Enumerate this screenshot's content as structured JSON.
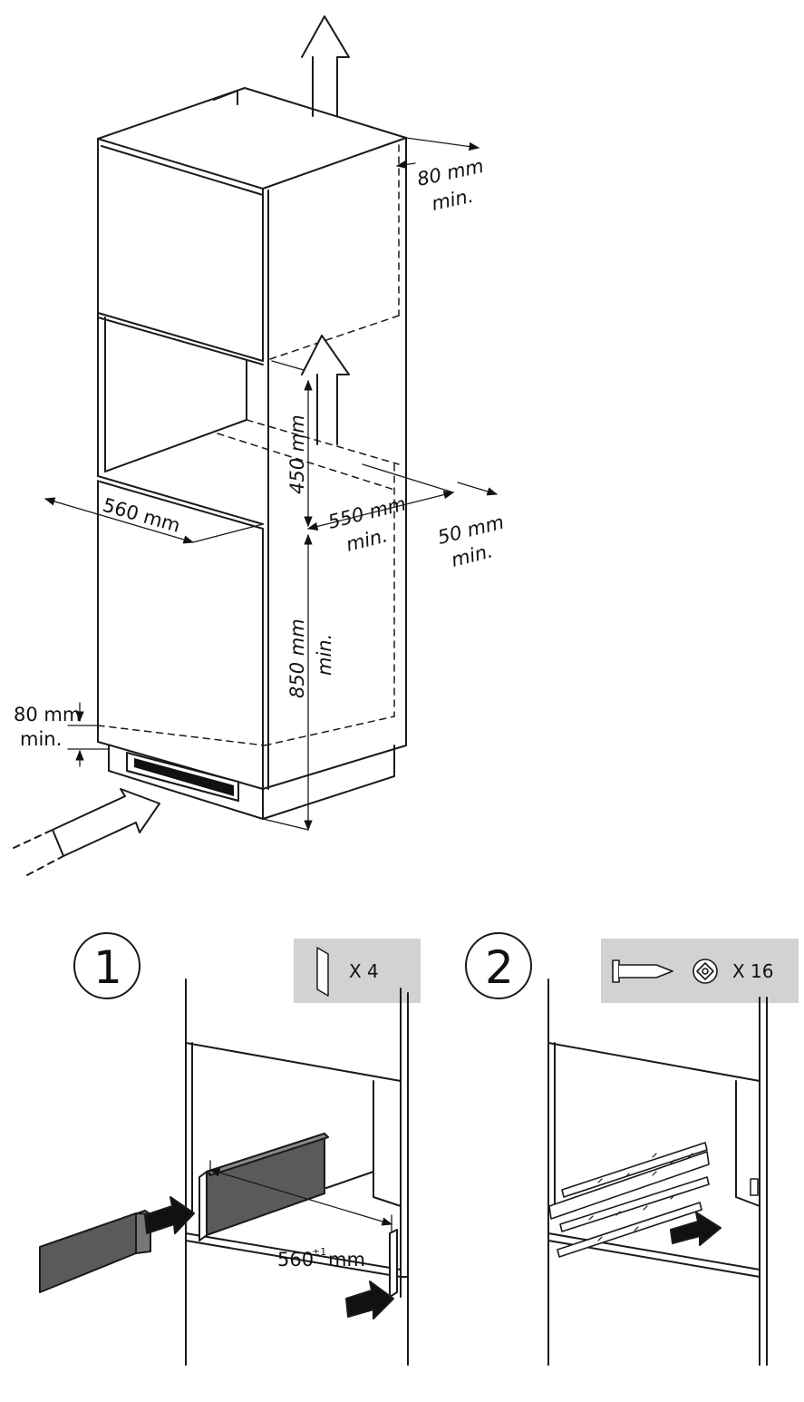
{
  "cabinet": {
    "dims": {
      "top_gap": "80 mm",
      "top_gap_min": "min.",
      "niche_height": "450 mm",
      "width": "560 mm",
      "depth": "550 mm",
      "depth_min": "min.",
      "rear_gap": "50 mm",
      "rear_gap_min": "min.",
      "floor_height": "850 mm",
      "floor_height_min": "min.",
      "plinth_gap": "80 mm",
      "plinth_gap_min": "min."
    }
  },
  "step1": {
    "number": "1",
    "qty": "X 4",
    "width_dim": "560",
    "width_tol": "±1",
    "width_unit": "mm"
  },
  "step2": {
    "number": "2",
    "qty": "X 16"
  },
  "colors": {
    "line": "#1a1a1a",
    "panel_fill": "#5a5a5a",
    "badge_bg": "#d2d2d2"
  }
}
